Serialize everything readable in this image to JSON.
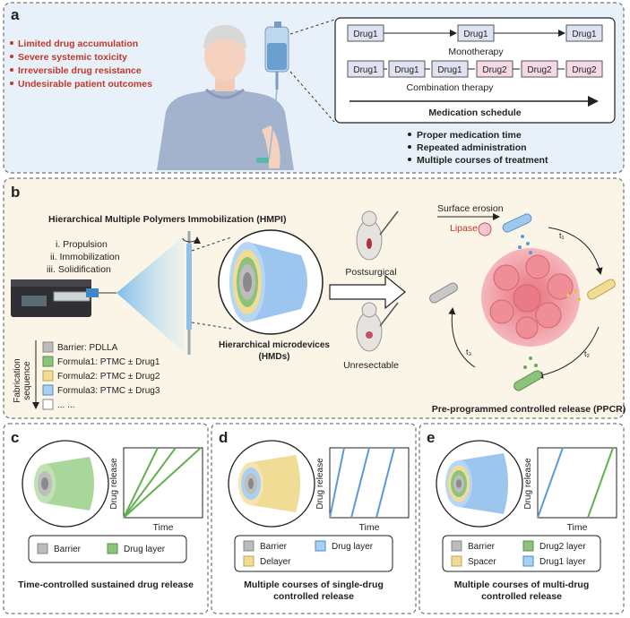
{
  "panel_a": {
    "label": "a",
    "bullets": [
      "Limited drug accumulation",
      "Severe systemic toxicity",
      "Irreversible drug resistance",
      "Undesirable patient outcomes"
    ],
    "drug1": "Drug1",
    "drug2": "Drug2",
    "monotherapy": "Monotherapy",
    "combination": "Combination therapy",
    "schedule": "Medication schedule",
    "benefits": [
      "Proper medication time",
      "Repeated administration",
      "Multiple courses of treatment"
    ]
  },
  "panel_b": {
    "label": "b",
    "hmpi_title": "Hierarchical Multiple Polymers Immobilization (HMPI)",
    "steps": [
      "i. Propulsion",
      "ii. Immobilization",
      "iii. Solidification"
    ],
    "hmd_label_1": "Hierarchical microdevices",
    "hmd_label_2": "(HMDs)",
    "fab_1": "Fabrication",
    "fab_2": "sequence",
    "legend": [
      "Barrier: PDLLA",
      "Formula1: PTMC ± Drug1",
      "Formula2: PTMC ± Drug2",
      "Formula3: PTMC ± Drug3",
      "... ..."
    ],
    "postsurgical": "Postsurgical",
    "unresectable": "Unresectable",
    "surface_erosion": "Surface erosion",
    "lipase": "Lipase",
    "ppcr": "Pre-programmed controlled release (PPCR)",
    "time_marks": [
      "t₁",
      "t₂",
      "t₃"
    ]
  },
  "panel_c": {
    "label": "c",
    "ylabel": "Drug release",
    "xlabel": "Time",
    "legend": [
      "Barrier",
      "Drug layer"
    ],
    "caption": "Time-controlled sustained drug release"
  },
  "panel_d": {
    "label": "d",
    "ylabel": "Drug release",
    "xlabel": "Time",
    "legend": [
      "Barrier",
      "Drug layer",
      "Delayer"
    ],
    "caption_1": "Multiple courses of single-drug",
    "caption_2": "controlled release"
  },
  "panel_e": {
    "label": "e",
    "ylabel": "Drug release",
    "xlabel": "Time",
    "legend": [
      "Barrier",
      "Drug2 layer",
      "Spacer",
      "Drug1 layer"
    ],
    "caption_1": "Multiple courses of multi-drug",
    "caption_2": "controlled release"
  },
  "colors": {
    "red_text": "#c0392b",
    "panel_a_bg": "#e8f0fa",
    "panel_b_bg": "#faf5e6",
    "drug1_fill": "#dfe2f3",
    "drug2_fill": "#f6d9e6",
    "green": "#62b04f",
    "blue": "#5b9bd5",
    "yellow": "#f1dc96",
    "grey": "#9a9a9a"
  }
}
